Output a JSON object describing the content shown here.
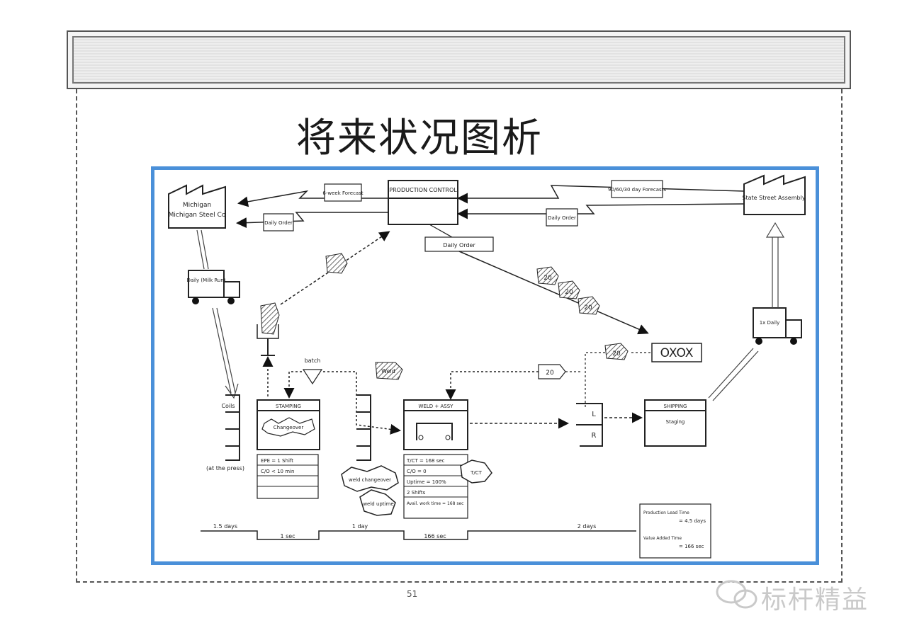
{
  "slide": {
    "title": "将来状况图析",
    "page_number": "51"
  },
  "watermark": {
    "text": "标杆精益"
  },
  "diagram": {
    "supplier_label": "Michigan Steel Co",
    "customer_label": "State Street Assembly",
    "production_control_label": "PRODUCTION CONTROL",
    "forecast_in_label": "6-week Forecast",
    "forecast_out_label": "90/60/30 day Forecasts",
    "daily_order_supplier": "Daily Order",
    "daily_order_customer": "Daily Order",
    "daily_order_box": "Daily Order",
    "truck_in_label": "Daily (Milk Run)",
    "truck_out_label": "1x Daily",
    "batch_label": "batch",
    "coils_label": "Coils",
    "coils_note": "(at the press)",
    "stamping_label": "STAMPING",
    "stamping_kaizen": "Changeover",
    "weld_label": "WELD + ASSY",
    "shipping_label": "SHIPPING",
    "shipping_sub": "Staging",
    "oxox_label": "OXOX",
    "kanban_20_a": "20",
    "kanban_20_b": "20",
    "kanban_20_c": "20",
    "kanban_20_d": "20",
    "kanban_20_e": "20",
    "kanban_weld": "Weld",
    "supermarket_L": "L",
    "supermarket_R": "R",
    "stamping_data": [
      "EPE = 1 Shift",
      "C/O < 10 min",
      "",
      ""
    ],
    "weld_data": [
      "T/CT = 168 sec",
      "C/O = 0",
      "Uptime = 100%",
      "2 Shifts",
      "Avail. work time = 168 sec"
    ],
    "kaizen_weld_change": "weld changeover",
    "kaizen_uptime": "weld uptime",
    "kaizen_tct": "T/CT",
    "timeline_lead": [
      "1.5 days",
      "1 day",
      "2 days"
    ],
    "timeline_va": [
      "1 sec",
      "166 sec"
    ],
    "summary_lead_label": "Production Lead Time",
    "summary_lead_value": "= 4.5 days",
    "summary_va_label": "Value Added Time",
    "summary_va_value": "= 166 sec"
  },
  "colors": {
    "frame_blue": "#4a90d9",
    "line": "#222222"
  }
}
